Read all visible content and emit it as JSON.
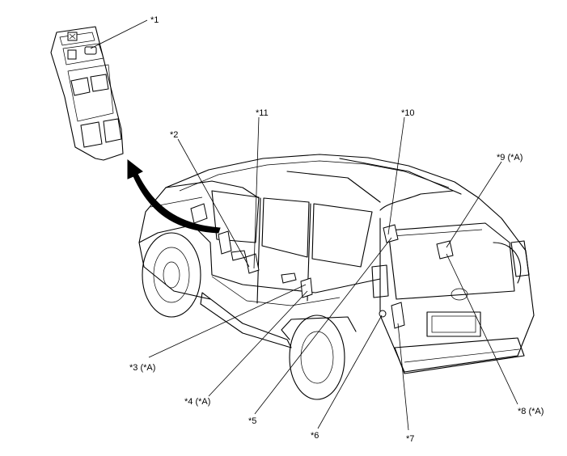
{
  "callouts": [
    {
      "id": "c1",
      "label": "*1"
    },
    {
      "id": "c2",
      "label": "*2"
    },
    {
      "id": "c3",
      "label": "*3 (*A)"
    },
    {
      "id": "c4",
      "label": "*4 (*A)"
    },
    {
      "id": "c5",
      "label": "*5"
    },
    {
      "id": "c6",
      "label": "*6"
    },
    {
      "id": "c7",
      "label": "*7"
    },
    {
      "id": "c8",
      "label": "*8 (*A)"
    },
    {
      "id": "c9",
      "label": "*9 (*A)"
    },
    {
      "id": "c10",
      "label": "*10"
    },
    {
      "id": "c11",
      "label": "*11"
    }
  ]
}
